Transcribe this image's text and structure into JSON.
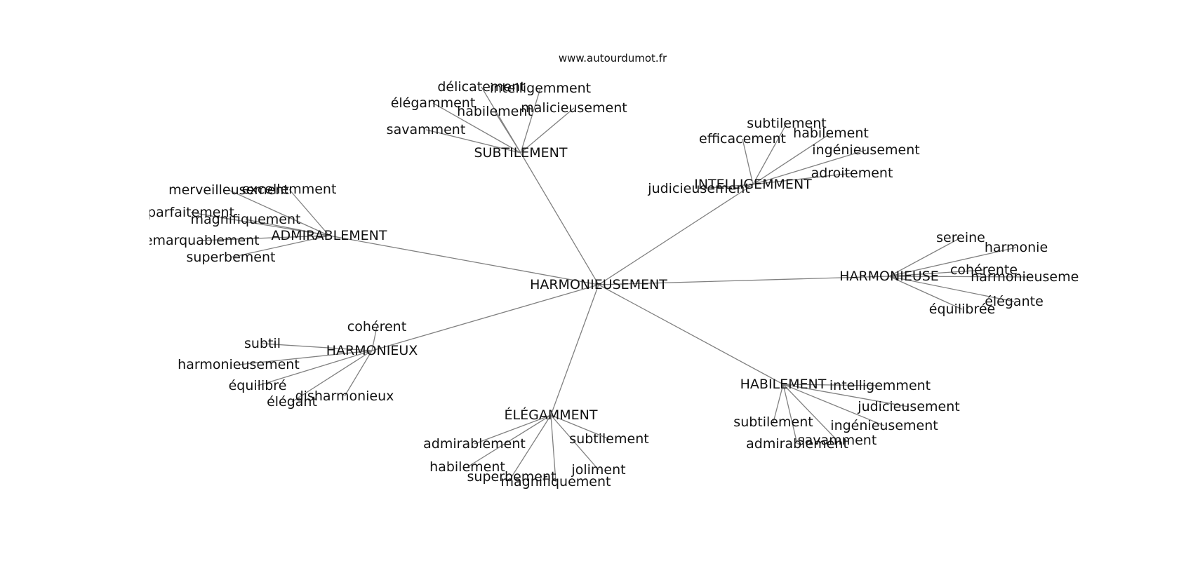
{
  "watermark": "www.autourdumot.fr",
  "center": {
    "label": "HARMONIEUSEMENT"
  },
  "clusters": [
    {
      "label": "SUBTILEMENT",
      "leaves": [
        "délicatement",
        "intelligemment",
        "élégamment",
        "habilement",
        "malicieusement",
        "savamment"
      ]
    },
    {
      "label": "INTELLIGEMMENT",
      "leaves": [
        "subtilement",
        "efficacement",
        "habilement",
        "ingénieusement",
        "adroitement",
        "judicieusement"
      ]
    },
    {
      "label": "ADMIRABLEMENT",
      "leaves": [
        "merveilleusement",
        "excellemment",
        "parfaitement",
        "magnifiquement",
        "remarquablement",
        "superbement"
      ]
    },
    {
      "label": "HARMONIEUSE",
      "leaves": [
        "sereine",
        "harmonie",
        "cohérente",
        "harmonieusement",
        "élégante",
        "équilibrée"
      ]
    },
    {
      "label": "HARMONIEUX",
      "leaves": [
        "cohérent",
        "subtil",
        "harmonieusement",
        "équilibré",
        "disharmonieux",
        "élégant"
      ]
    },
    {
      "label": "HABILEMENT",
      "leaves": [
        "intelligemment",
        "judicieusement",
        "ingénieusement",
        "subtilement",
        "savamment",
        "admirablement"
      ]
    },
    {
      "label": "ÉLÉGAMMENT",
      "leaves": [
        "subtilement",
        "admirablement",
        "habilement",
        "joliment",
        "superbement",
        "magnifiquement"
      ]
    }
  ]
}
